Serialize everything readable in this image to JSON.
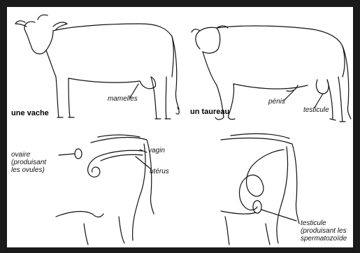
{
  "captions": {
    "cow": "une vache",
    "bull": "un taureau"
  },
  "labels": {
    "udder": "mamelles",
    "penis": "pénis",
    "testicle_top": "testicule",
    "ovary": [
      "ovaire",
      "(produisant",
      "les ovules)"
    ],
    "vagina": "vagin",
    "uterus": "utérus",
    "testicle_bottom": [
      "testicule",
      "(produisant les",
      "spermatozoïde"
    ]
  }
}
